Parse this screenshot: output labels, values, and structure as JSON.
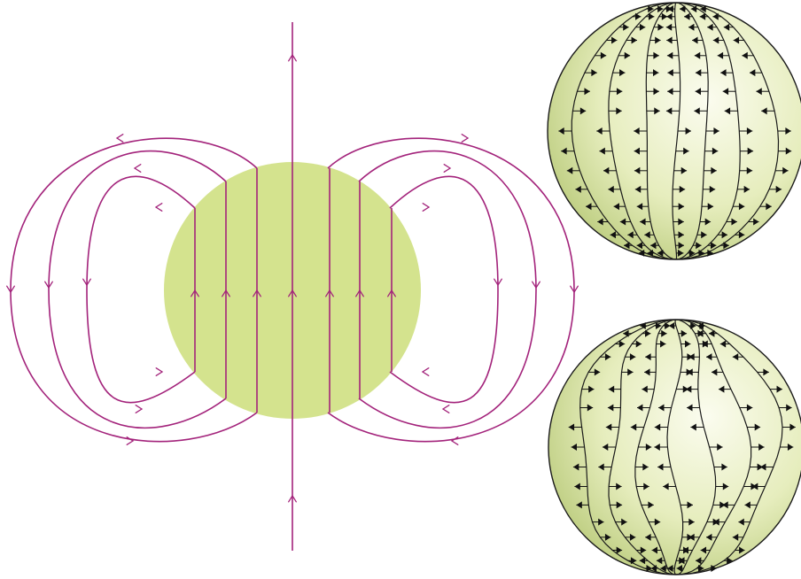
{
  "colors": {
    "disk_fill": "#d4e38e",
    "field_line": "#a3237b",
    "sphere_light": "#fbfcef",
    "sphere_mid": "#e6edbd",
    "sphere_dark": "#b5c774",
    "sphere_stroke": "#1a1a1a",
    "background": "#ffffff"
  },
  "diagram": {
    "field_diagram": {
      "description_icon": "magnetized-sphere-field-lines",
      "interior_line_count": 7,
      "exterior_loop_pairs": 3
    },
    "sphere_top": {
      "icon": "surface-current-sphere",
      "meridian_count": 7
    },
    "sphere_bottom": {
      "icon": "surface-current-sphere",
      "meridian_count": 7
    }
  }
}
